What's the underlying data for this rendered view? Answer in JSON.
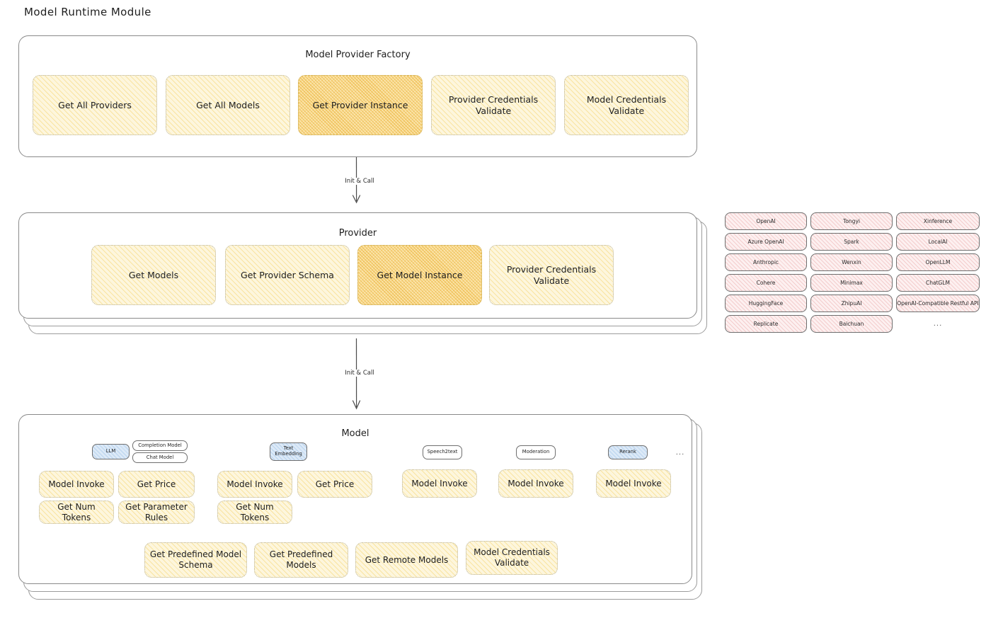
{
  "page": {
    "title": "Model Runtime Module"
  },
  "factory": {
    "title": "Model Provider Factory",
    "nodes": [
      {
        "label": "Get All Providers",
        "highlight": false
      },
      {
        "label": "Get All Models",
        "highlight": false
      },
      {
        "label": "Get Provider Instance",
        "highlight": true
      },
      {
        "label": "Provider Credentials Validate",
        "highlight": false
      },
      {
        "label": "Model Credentials Validate",
        "highlight": false
      }
    ]
  },
  "arrows": [
    {
      "label": "Init & Call"
    },
    {
      "label": "Init & Call"
    }
  ],
  "provider": {
    "title": "Provider",
    "nodes": [
      {
        "label": "Get Models",
        "highlight": false
      },
      {
        "label": "Get Provider Schema",
        "highlight": false
      },
      {
        "label": "Get Model Instance",
        "highlight": true
      },
      {
        "label": "Provider Credentials Validate",
        "highlight": false
      }
    ]
  },
  "provider_list": {
    "columns": [
      {
        "items": [
          "OpenAI",
          "Azure OpenAI",
          "Anthropic",
          "Cohere",
          "HuggingFace",
          "Replicate"
        ]
      },
      {
        "items": [
          "Tongyi",
          "Spark",
          "Wenxin",
          "Minimax",
          "ZhipuAI",
          "Baichuan"
        ]
      },
      {
        "items": [
          "Xinference",
          "LocalAI",
          "OpenLLM",
          "ChatGLM",
          "OpenAI-Compatible Restful API"
        ]
      }
    ],
    "more": "..."
  },
  "model": {
    "title": "Model",
    "more": "...",
    "types": [
      {
        "badge": "LLM",
        "badge_style": "blue",
        "sub_badges": [
          "Completion Model",
          "Chat Model"
        ],
        "ops": [
          {
            "label": "Model Invoke",
            "highlight": true
          },
          {
            "label": "Get Price",
            "highlight": false
          },
          {
            "label": "Get Num Tokens",
            "highlight": false
          },
          {
            "label": "Get Parameter Rules",
            "highlight": false
          }
        ]
      },
      {
        "badge": "Text Embedding",
        "badge_style": "blue",
        "sub_badges": [],
        "ops": [
          {
            "label": "Model Invoke",
            "highlight": true
          },
          {
            "label": "Get Price",
            "highlight": false
          },
          {
            "label": "Get Num Tokens",
            "highlight": false
          }
        ]
      },
      {
        "badge": "Speech2text",
        "badge_style": "white",
        "sub_badges": [],
        "ops": [
          {
            "label": "Model Invoke",
            "highlight": true
          }
        ]
      },
      {
        "badge": "Moderation",
        "badge_style": "white",
        "sub_badges": [],
        "ops": [
          {
            "label": "Model Invoke",
            "highlight": true
          }
        ]
      },
      {
        "badge": "Rerank",
        "badge_style": "blue",
        "sub_badges": [],
        "ops": [
          {
            "label": "Model Invoke",
            "highlight": true
          }
        ]
      }
    ],
    "common_ops": [
      {
        "label": "Get Predefined Model Schema"
      },
      {
        "label": "Get Predefined Models"
      },
      {
        "label": "Get Remote Models"
      },
      {
        "label": "Model Credentials Validate"
      }
    ]
  },
  "colors": {
    "node_fill": "#fdf6dd",
    "node_highlight_fill": "#fbe5ab",
    "pill_fill": "#fdf0f0",
    "badge_blue_fill": "#dce9f7",
    "outline": "#8a8a8a",
    "text": "#1e1e1e"
  }
}
